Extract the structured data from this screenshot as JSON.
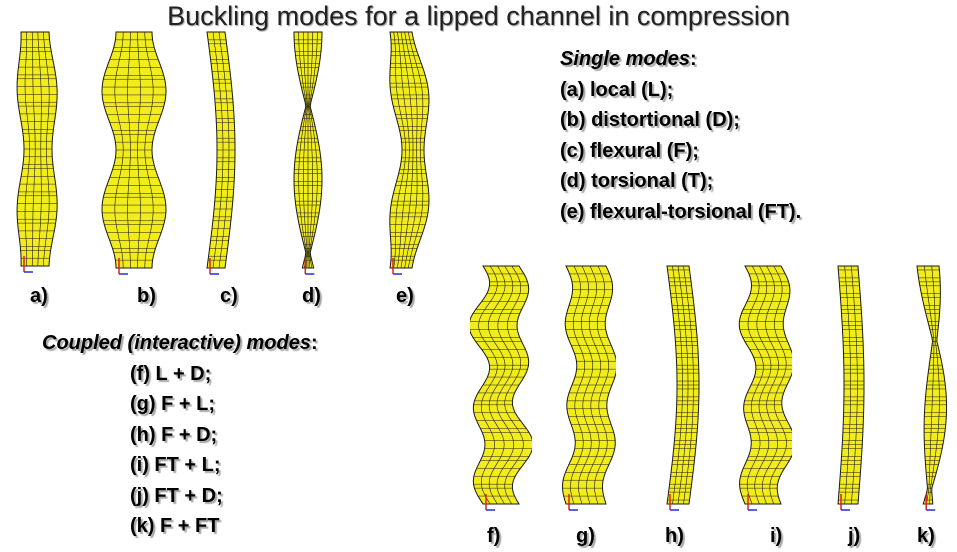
{
  "title": "Buckling modes for a lipped channel in compression",
  "single": {
    "heading": "Single modes",
    "colon": ":",
    "items": [
      "(a) local (L);",
      "(b) distortional (D);",
      "(c) flexural (F);",
      "(d) torsional (T);",
      "(e) flexural-torsional (FT)."
    ]
  },
  "coupled": {
    "heading": "Coupled (interactive) modes",
    "colon": ":",
    "items": [
      "(f) L + D;",
      "(g) F + L;",
      "(h) F + D;",
      "(i) FT + L;",
      "(j) FT + D;",
      "(k) F + FT"
    ]
  },
  "figures": [
    {
      "id": "a",
      "label": "a)",
      "mode": "local"
    },
    {
      "id": "b",
      "label": "b)",
      "mode": "distortional"
    },
    {
      "id": "c",
      "label": "c)",
      "mode": "flexural"
    },
    {
      "id": "d",
      "label": "d)",
      "mode": "torsional"
    },
    {
      "id": "e",
      "label": "e)",
      "mode": "flexural-torsional"
    },
    {
      "id": "f",
      "label": "f)",
      "mode": "L + D"
    },
    {
      "id": "g",
      "label": "g)",
      "mode": "F + L"
    },
    {
      "id": "h",
      "label": "h)",
      "mode": "F + D"
    },
    {
      "id": "i",
      "label": "i)",
      "mode": "FT + L"
    },
    {
      "id": "j",
      "label": "j)",
      "mode": "FT + D"
    },
    {
      "id": "k",
      "label": "k)",
      "mode": "F + FT"
    }
  ],
  "colors": {
    "mesh_fill": "#f2ec1c",
    "mesh_line": "#1a1a1a",
    "axis_red": "#e02020",
    "axis_blue": "#2030d0"
  }
}
